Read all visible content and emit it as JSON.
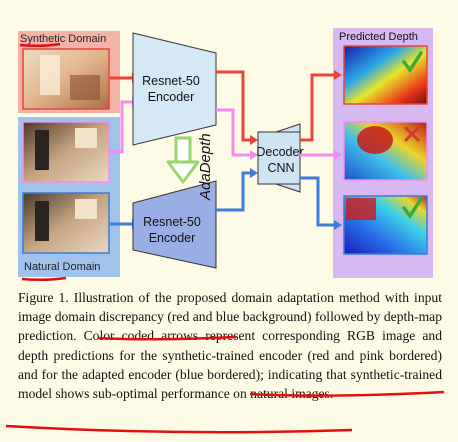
{
  "figure": {
    "synthetic_domain_label": "Synthetic Domain",
    "natural_domain_label": "Natural Domain",
    "predicted_depth_label": "Predicted Depth",
    "encoder_top_label_line1": "Resnet-50",
    "encoder_top_label_line2": "Encoder",
    "encoder_bottom_label_line1": "Resnet-50",
    "encoder_bottom_label_line2": "Encoder",
    "decoder_label_line1": "Decoder",
    "decoder_label_line2": "CNN",
    "adadepth_label": "AdaDepth",
    "prediction_marks": [
      "check",
      "cross",
      "check"
    ],
    "colors": {
      "synthetic_bg": "#f4b3a6",
      "natural_bg": "#9fc3ea",
      "predicted_bg": "#d7b8f0",
      "encoder_top_fill": "#d4e8f6",
      "encoder_bottom_fill": "#99aee3",
      "decoder_fill": "#cfe4f3",
      "red_arrow": "#e8453a",
      "pink_arrow": "#f58bf0",
      "blue_arrow": "#3f7bd8",
      "green_arrow": "#9ad46a",
      "check_color": "#3aa83a",
      "cross_color": "#d33a2a",
      "underline": "#e01010"
    }
  },
  "caption": {
    "text": "Figure 1. Illustration of the proposed domain adaptation method with input image domain discrepancy (red and blue background) followed by depth-map prediction. Color coded arrows represent corresponding RGB image and depth predictions for the synthetic-trained encoder (red and pink bordered) and for the adapted encoder (blue bordered); indicating that synthetic-trained model shows sub-optimal performance on natural images."
  }
}
